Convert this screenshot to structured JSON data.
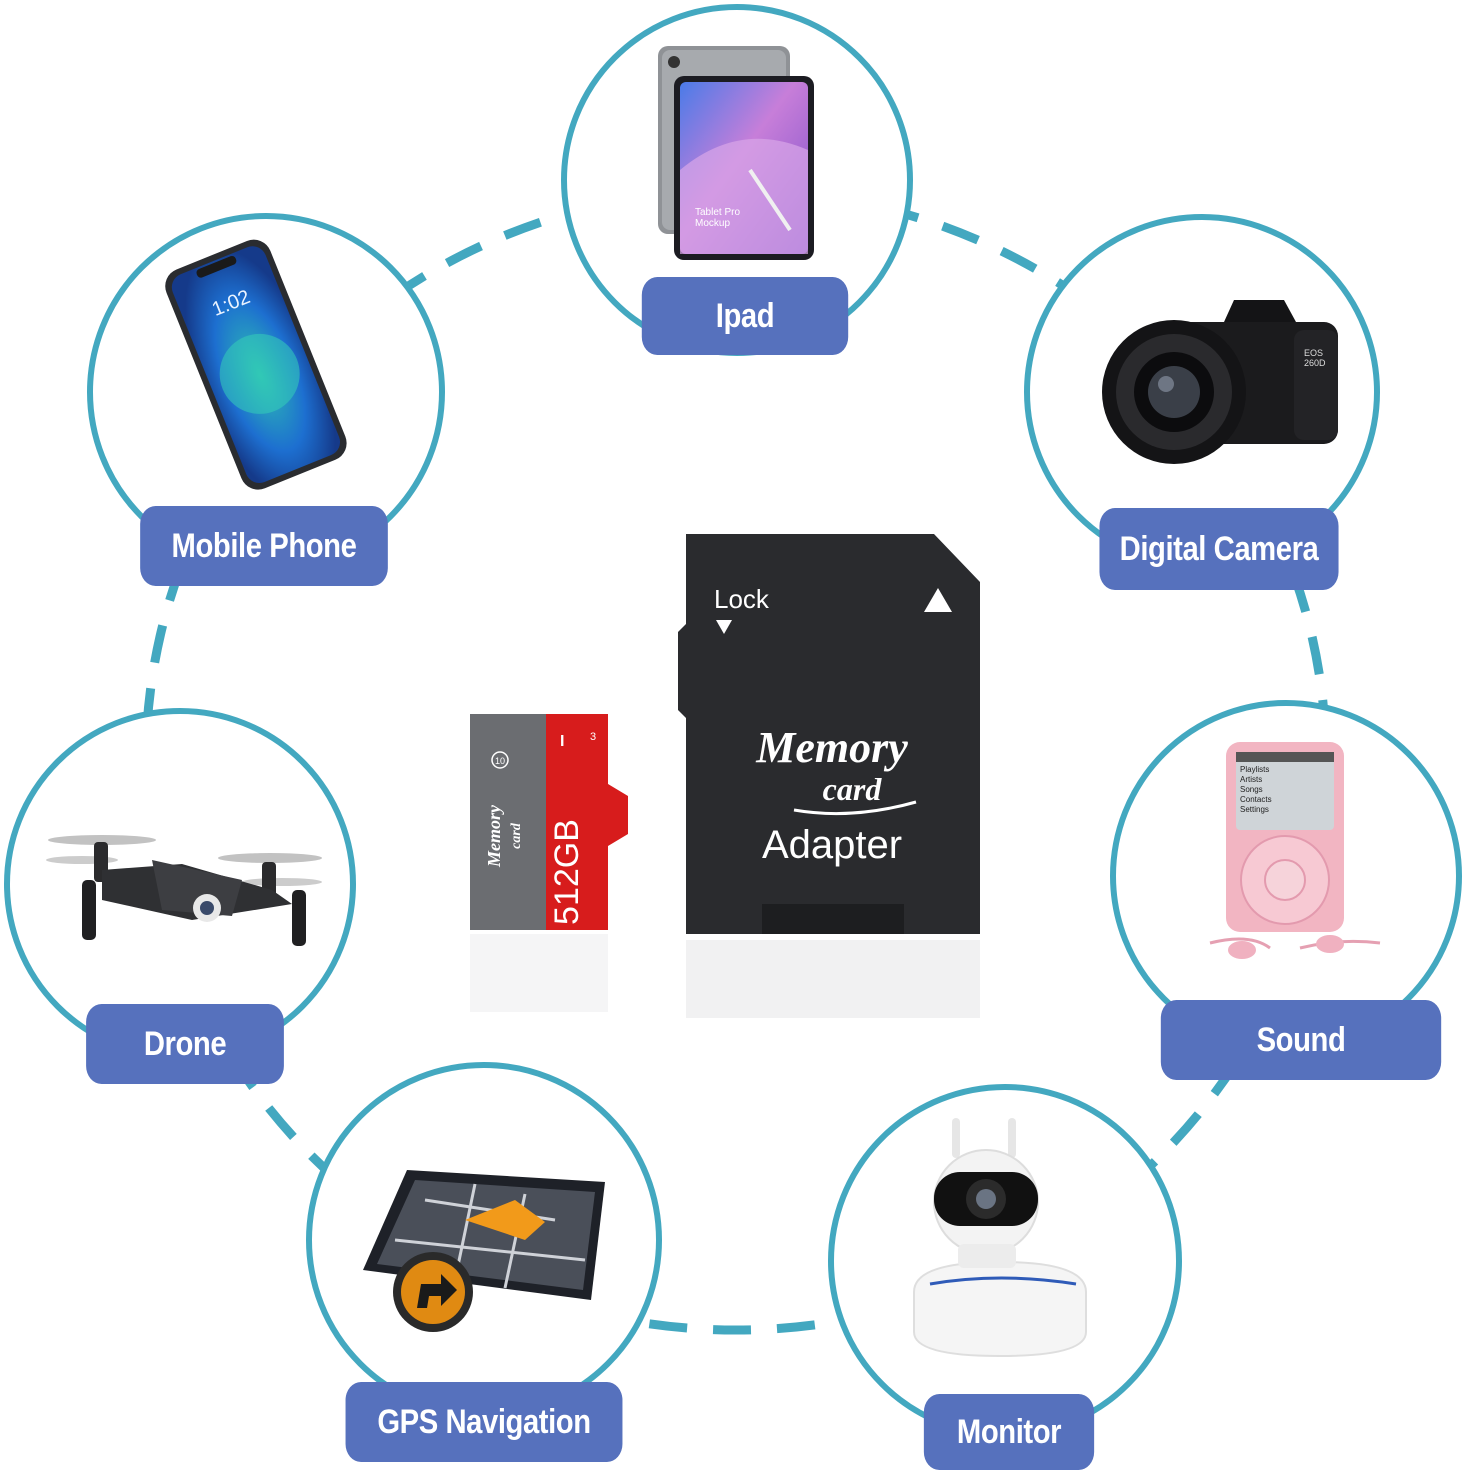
{
  "devices": {
    "ipad": {
      "label": "Ipad",
      "screen_text_1": "Tablet Pro",
      "screen_text_2": "Mockup"
    },
    "mobile_phone": {
      "label": "Mobile Phone",
      "clock": "1:02"
    },
    "digital_camera": {
      "label": "Digital Camera",
      "model_1": "EOS",
      "model_2": "260D"
    },
    "drone": {
      "label": "Drone"
    },
    "sound": {
      "label": "Sound",
      "menu": [
        "Playlists",
        "Artists",
        "Songs",
        "Contacts",
        "Settings"
      ]
    },
    "gps_navigation": {
      "label": "GPS Navigation"
    },
    "monitor": {
      "label": "Monitor"
    }
  },
  "center": {
    "adapter": {
      "lock_label": "Lock",
      "title_1": "Memory",
      "title_2": "card",
      "title_3": "Adapter"
    },
    "microsd": {
      "capacity": "512GB",
      "brand_1": "Memory",
      "brand_2": "card",
      "class_mark": "10",
      "uhs_mark": "I",
      "uhs_speed": "3"
    }
  },
  "colors": {
    "ring": "#43a8c0",
    "label_bg": "#5671bd",
    "label_text": "#ffffff",
    "card_red": "#d71c1c",
    "card_gray": "#6b6d71",
    "adapter": "#2a2b2e"
  }
}
